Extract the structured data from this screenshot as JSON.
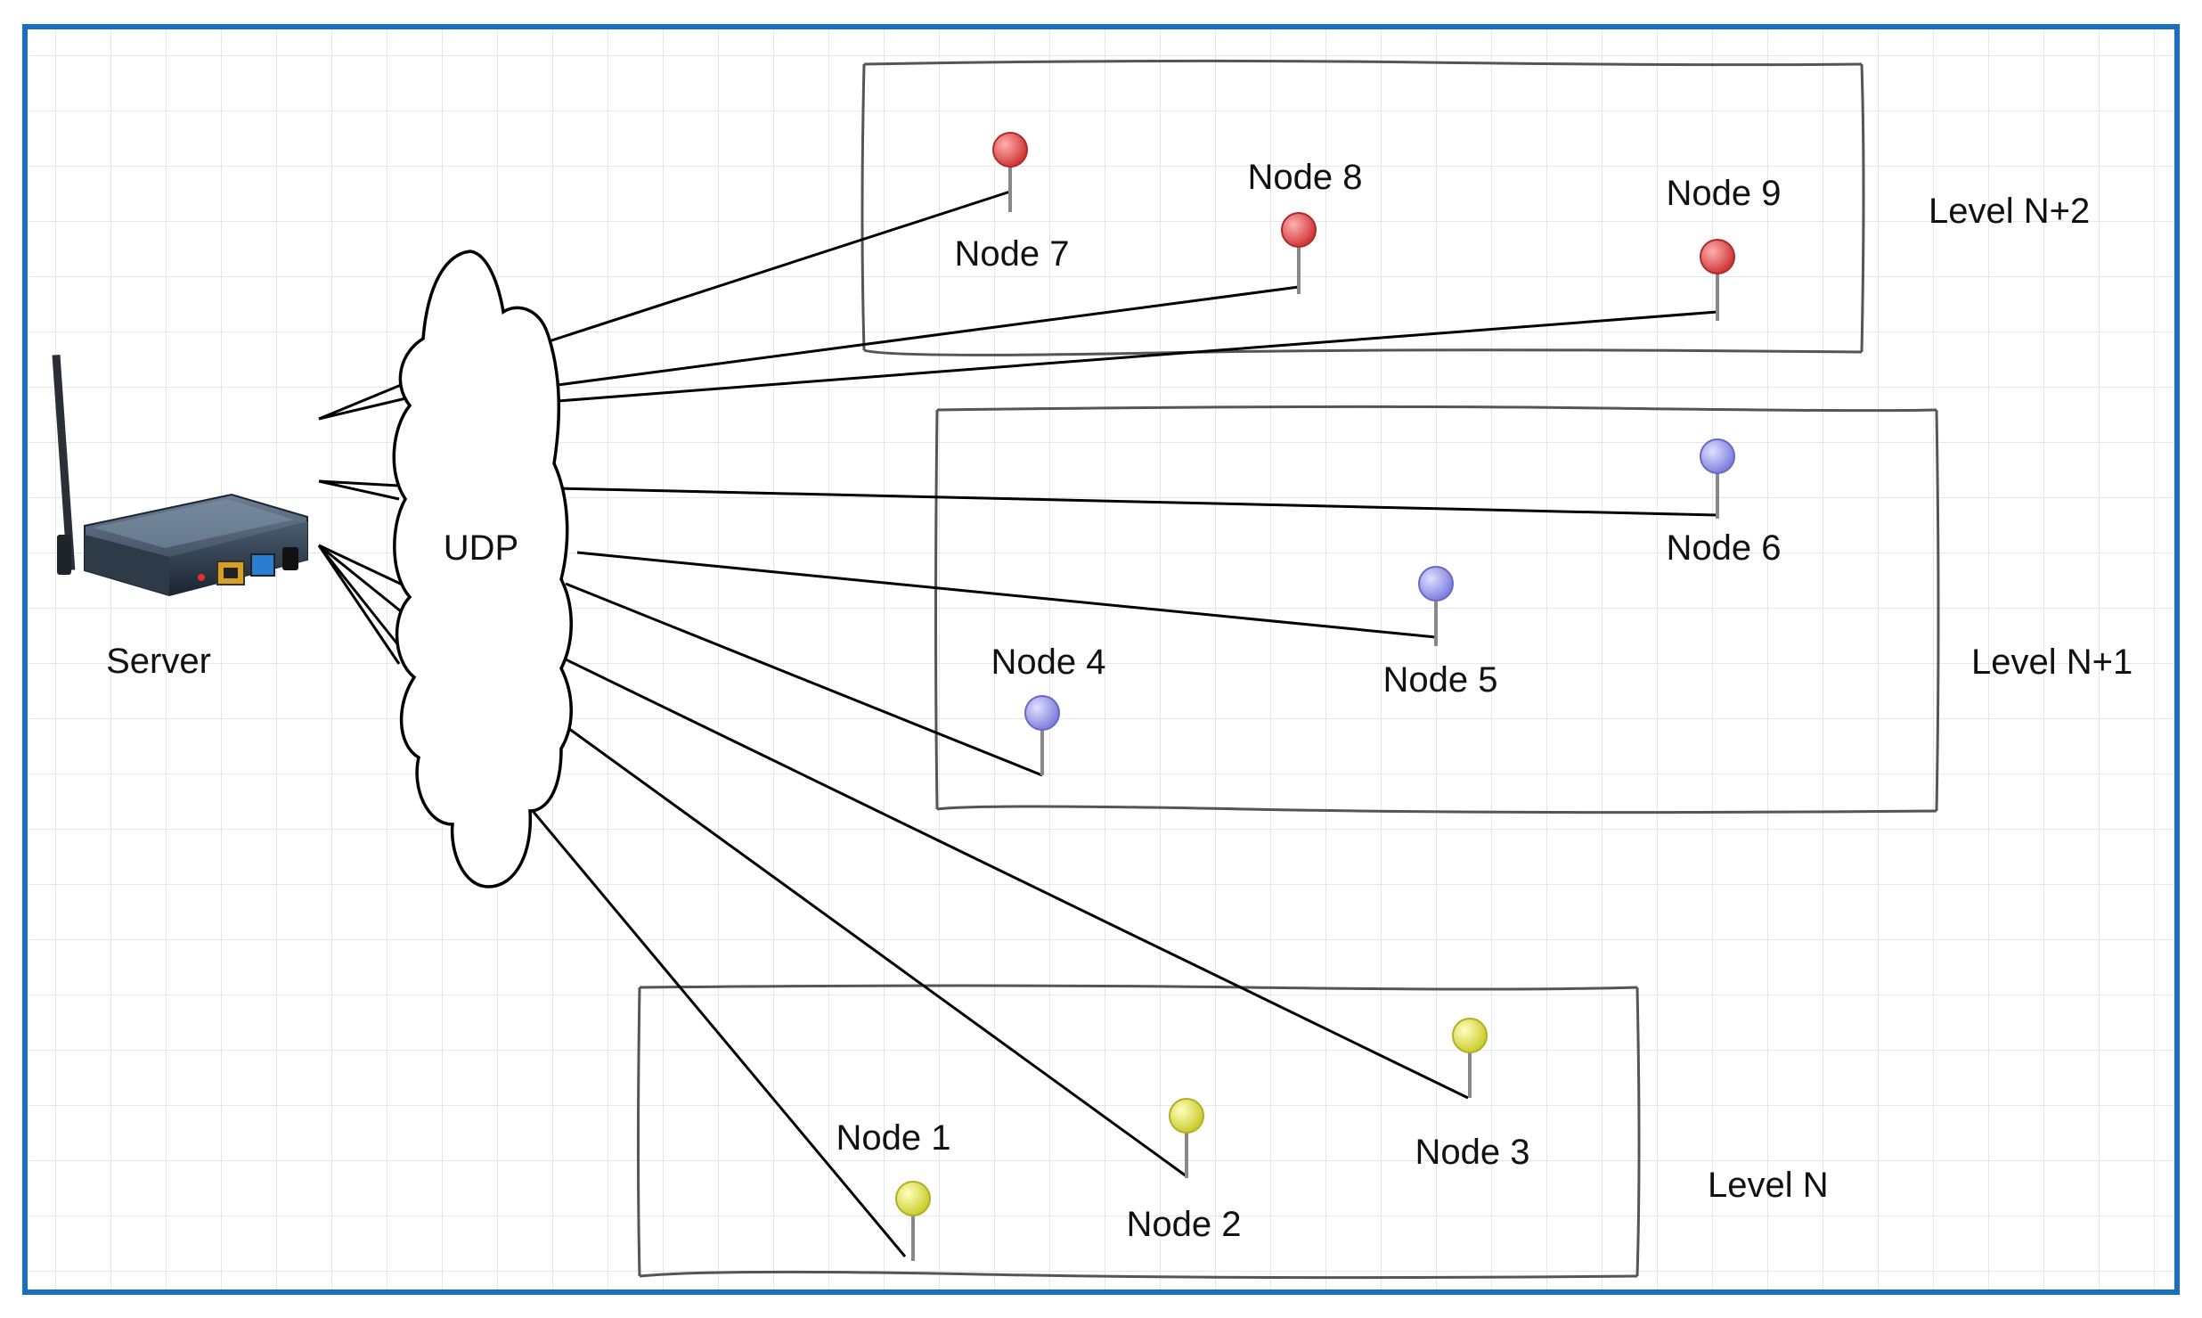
{
  "server": {
    "label": "Server",
    "icon": "wireless-router-icon"
  },
  "cloud": {
    "label": "UDP",
    "icon": "cloud-icon"
  },
  "levels": [
    {
      "id": "n2",
      "label": "Level N+2"
    },
    {
      "id": "n1",
      "label": "Level N+1"
    },
    {
      "id": "n0",
      "label": "Level N"
    }
  ],
  "nodes": [
    {
      "id": 1,
      "label": "Node 1",
      "level": "n0",
      "color": "#e6e64a"
    },
    {
      "id": 2,
      "label": "Node 2",
      "level": "n0",
      "color": "#e6e64a"
    },
    {
      "id": 3,
      "label": "Node 3",
      "level": "n0",
      "color": "#e6e64a"
    },
    {
      "id": 4,
      "label": "Node 4",
      "level": "n1",
      "color": "#a0a0ee"
    },
    {
      "id": 5,
      "label": "Node 5",
      "level": "n1",
      "color": "#a0a0ee"
    },
    {
      "id": 6,
      "label": "Node 6",
      "level": "n1",
      "color": "#a0a0ee"
    },
    {
      "id": 7,
      "label": "Node 7",
      "level": "n2",
      "color": "#e05050"
    },
    {
      "id": 8,
      "label": "Node 8",
      "level": "n2",
      "color": "#e05050"
    },
    {
      "id": 9,
      "label": "Node 9",
      "level": "n2",
      "color": "#e05050"
    }
  ],
  "colors": {
    "frame": "#1a6fc2",
    "grid": "#e6e6e6",
    "line": "#000000"
  }
}
